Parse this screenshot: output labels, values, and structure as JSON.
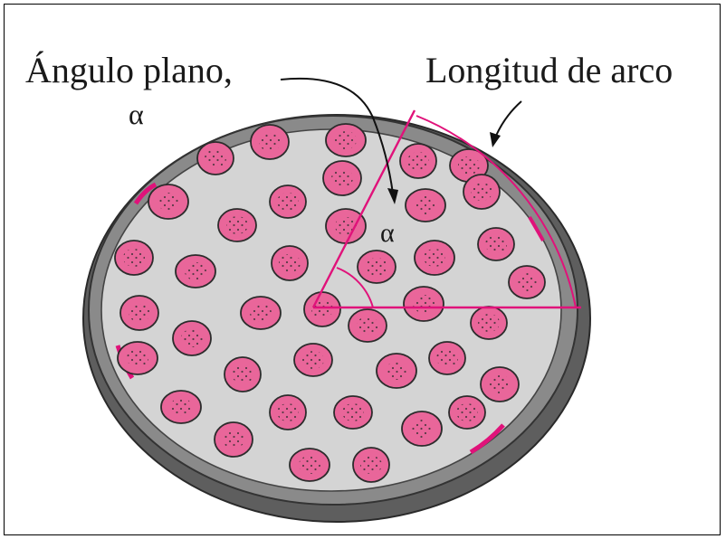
{
  "diagram": {
    "labels": {
      "plane_angle": "Ángulo plano,",
      "alpha_top": "α",
      "arc_length": "Longitud de arco",
      "alpha_center": "α"
    },
    "colors": {
      "dish_rim": "#6e6e6e",
      "dish_fill": "#d4d4d4",
      "colony": "#e9669a",
      "colony_stroke": "#2c2c2c",
      "accent_lines": "#e0127a",
      "text": "#1a1a1a"
    },
    "icons": [
      "petri-dish-icon",
      "bacterial-colony-icon"
    ]
  }
}
